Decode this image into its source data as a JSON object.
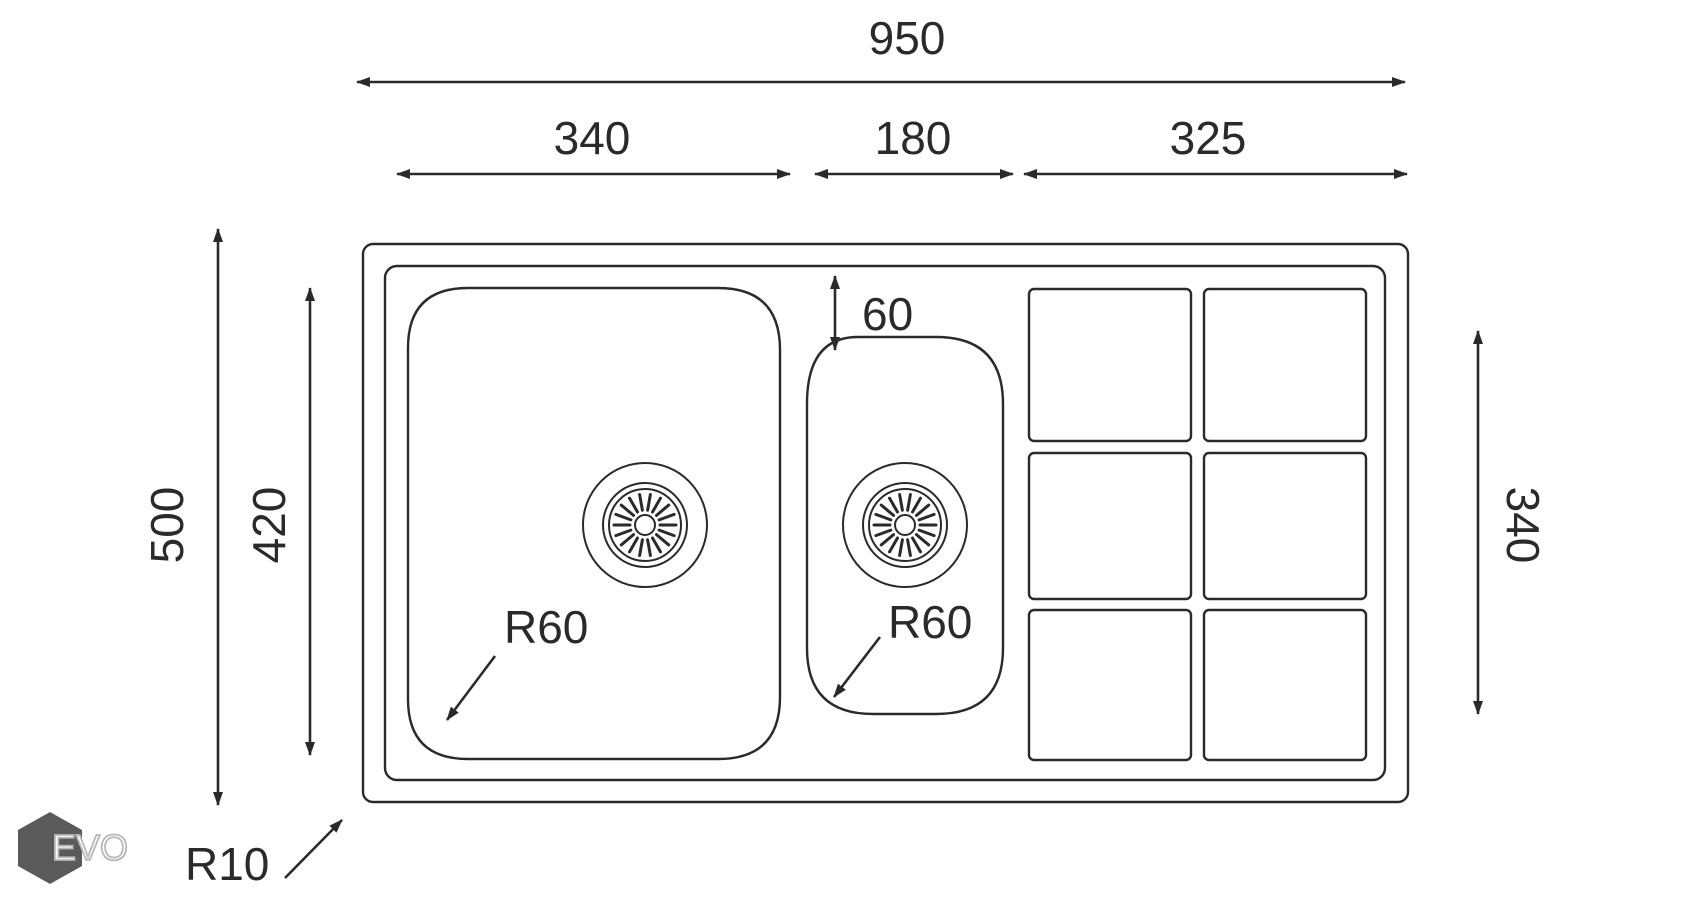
{
  "dimensions": {
    "overall_width": "950",
    "bowl_large_width": "340",
    "bowl_small_width": "180",
    "drainer_width": "325",
    "overall_depth": "500",
    "bowl_large_depth": "420",
    "drainer_depth": "340",
    "bowl_small_offset": "60",
    "bowl_large_radius": "R60",
    "bowl_small_radius": "R60",
    "corner_radius": "R10"
  },
  "logo": {
    "text": "EVO"
  },
  "colors": {
    "line": "#2a2a2a",
    "logo_hex": "#5a5a5a",
    "logo_outline": "#b8b8b8"
  }
}
